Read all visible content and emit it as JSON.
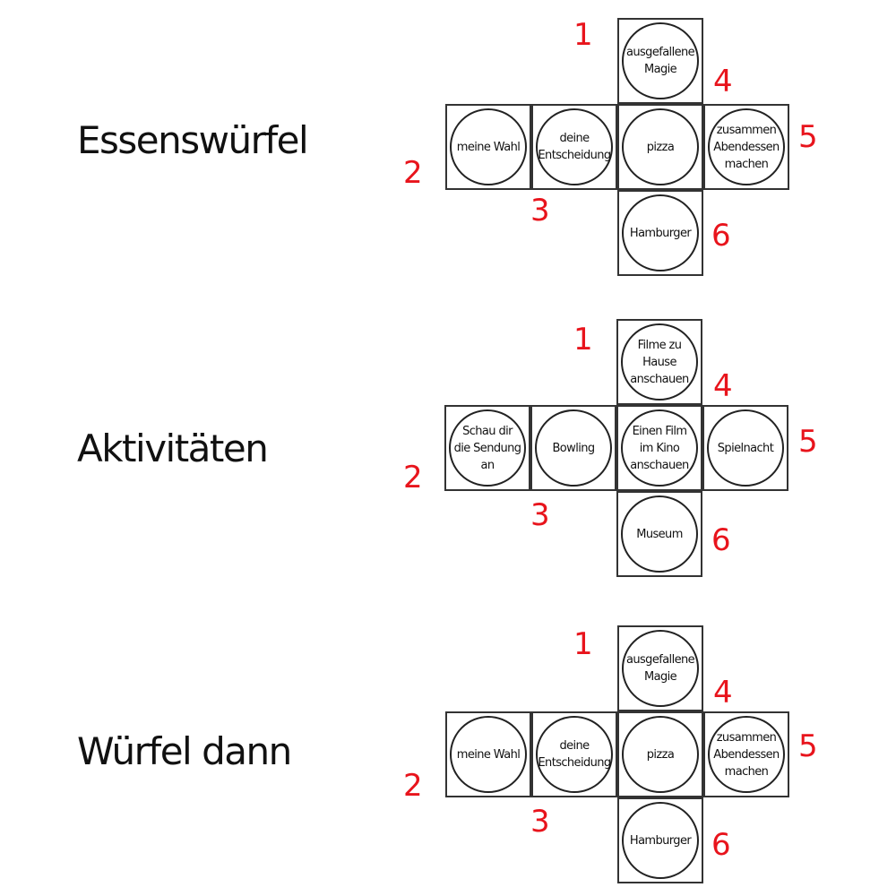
{
  "nets": [
    {
      "title": "Essenswürfel",
      "faces": {
        "top": "ausgefallene\nMagie",
        "left": "meine Wahl",
        "center_left": "deine\nEntscheidung",
        "center": "pizza",
        "right": "zusammen\nAbendessen\nmachen",
        "bottom": "Hamburger"
      },
      "numbers": [
        "1",
        "2",
        "3",
        "4",
        "5",
        "6"
      ]
    },
    {
      "title": "Aktivitäten",
      "faces": {
        "top": "Filme zu\nHause\nanschauen",
        "left": "Schau dir\ndie Sendung\nan",
        "center_left": "Bowling",
        "center": "Einen Film\nim Kino\nanschauen",
        "right": "Spielnacht",
        "bottom": "Museum"
      },
      "numbers": [
        "1",
        "2",
        "3",
        "4",
        "5",
        "6"
      ]
    },
    {
      "title": "Würfel dann",
      "faces": {
        "top": "ausgefallene\nMagie",
        "left": "meine Wahl",
        "center_left": "deine\nEntscheidung",
        "center": "pizza",
        "right": "zusammen\nAbendessen\nmachen",
        "bottom": "Hamburger"
      },
      "numbers": [
        "1",
        "2",
        "3",
        "4",
        "5",
        "6"
      ]
    }
  ],
  "colors": {
    "number": "#e8141c",
    "outline": "#333333",
    "text": "#111111"
  }
}
